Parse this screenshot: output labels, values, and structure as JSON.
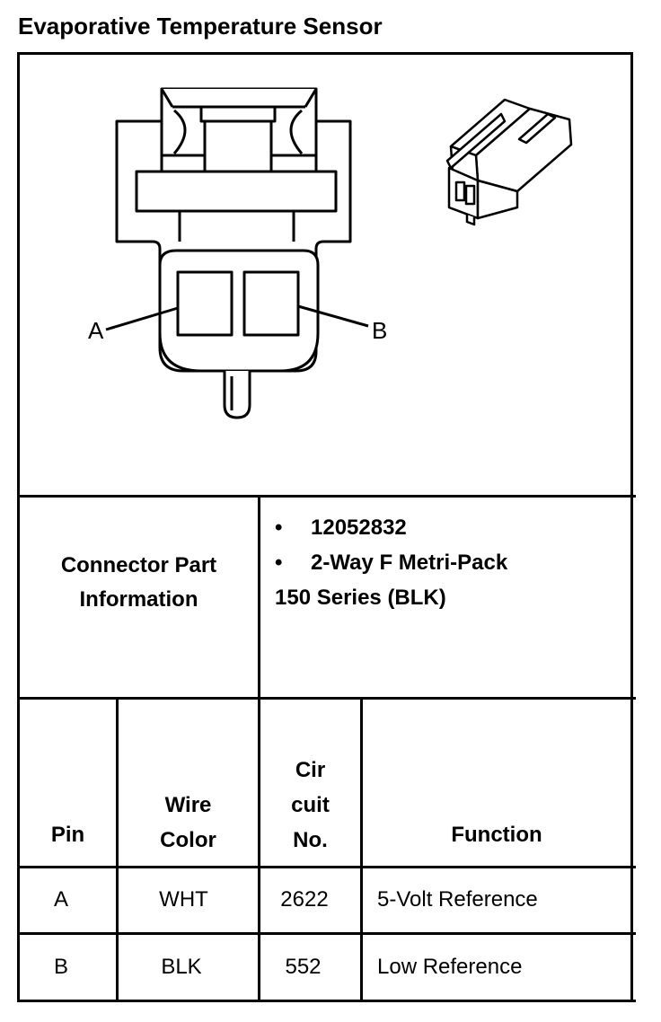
{
  "title": "Evaporative Temperature Sensor",
  "diagram": {
    "pin_labels": [
      "A",
      "B"
    ]
  },
  "connector_info": {
    "label_line1": "Connector Part",
    "label_line2": "Information",
    "bullets": [
      "12052832",
      "2-Way F Metri-Pack"
    ],
    "continuation": "150 Series (BLK)",
    "bullet_symbol": "•"
  },
  "pin_table": {
    "headers": {
      "pin": "Pin",
      "wire_color_line1": "Wire",
      "wire_color_line2": "Color",
      "circuit_line1": "Cir",
      "circuit_line2": "cuit",
      "circuit_line3": "No.",
      "function": "Function"
    },
    "rows": [
      {
        "pin": "A",
        "wire_color": "WHT",
        "circuit": "2622",
        "function": "5-Volt Reference"
      },
      {
        "pin": "B",
        "wire_color": "BLK",
        "circuit": "552",
        "function": "Low Reference"
      }
    ]
  }
}
